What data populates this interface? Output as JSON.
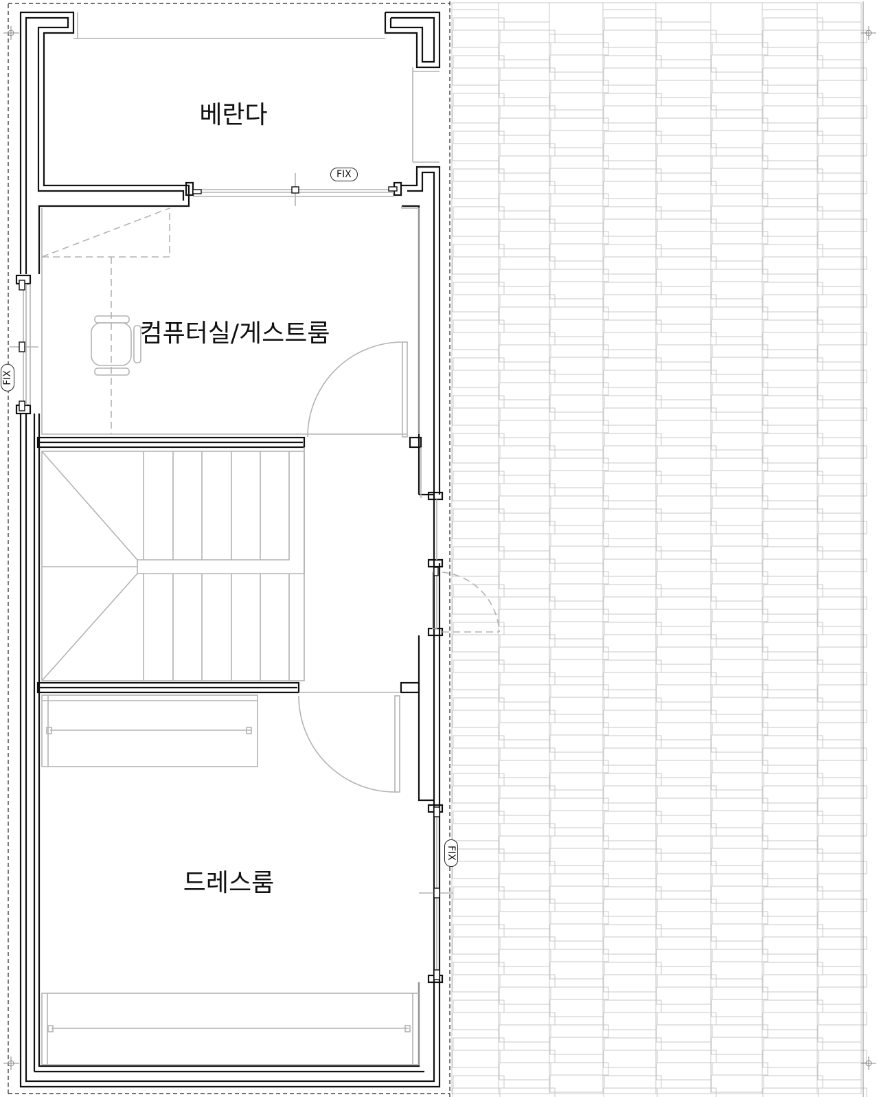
{
  "rooms": {
    "veranda": "베란다",
    "computer_guest": "컴퓨터실/게스트룸",
    "dressroom": "드레스룸"
  },
  "tags": {
    "fix_top": "FIX",
    "fix_left": "FIX",
    "fix_right": "FIX"
  },
  "colors": {
    "wall": "#111111",
    "fixture": "#b3b3b3",
    "tile": "#c4c4c4"
  }
}
